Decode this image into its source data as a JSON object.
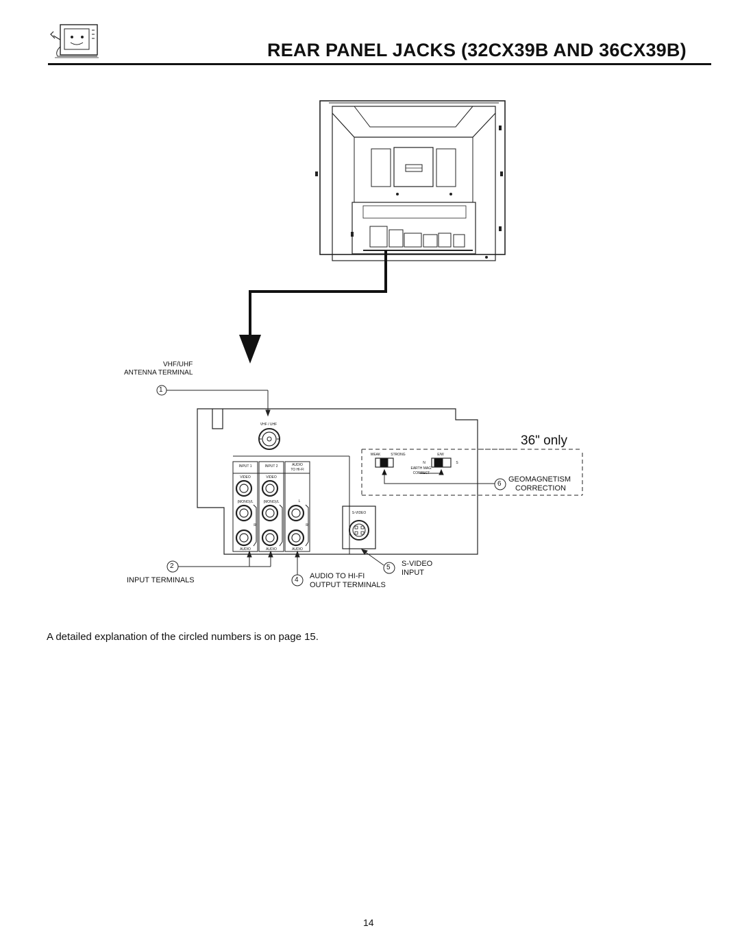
{
  "header": {
    "title": "REAR PANEL JACKS (32CX39B AND 36CX39B)"
  },
  "labels": {
    "antenna_line1": "VHF/UHF",
    "antenna_line2": "ANTENNA TERMINAL",
    "vhf_uhf_jack": "VHF / UHF",
    "input1": "INPUT 1",
    "input2": "INPUT 2",
    "audio_to_hifi_line1": "AUDIO",
    "audio_to_hifi_line2": "TO HI-FI",
    "video1": "VIDEO",
    "video2": "VIDEO",
    "mono_l1": "(MONO)/L",
    "mono_l2": "(MONO)/L",
    "l_tag": "L",
    "r_tag1": "R",
    "r_tag2": "R",
    "audio1": "AUDIO",
    "audio2": "AUDIO",
    "audio3": "AUDIO",
    "svideo_jack": "S-VIDEO",
    "weak": "WEAK",
    "strong": "STRONG",
    "ew": "E/W",
    "n": "N",
    "s": "S",
    "earth_mag": "EARTH MAG.",
    "correct": "CORRECT",
    "only36": "36\" only",
    "num1": "1",
    "num2": "2",
    "num4": "4",
    "num5": "5",
    "num6": "6",
    "input_terminals": "INPUT TERMINALS",
    "audio_hifi_out_line1": "AUDIO TO HI-FI",
    "audio_hifi_out_line2": "OUTPUT TERMINALS",
    "svideo_in_line1": "S-VIDEO",
    "svideo_in_line2": "INPUT",
    "geomag_line1": "GEOMAGNETISM",
    "geomag_line2": "CORRECTION"
  },
  "caption": "A detailed explanation of the circled numbers is on page 15.",
  "page_number": "14"
}
